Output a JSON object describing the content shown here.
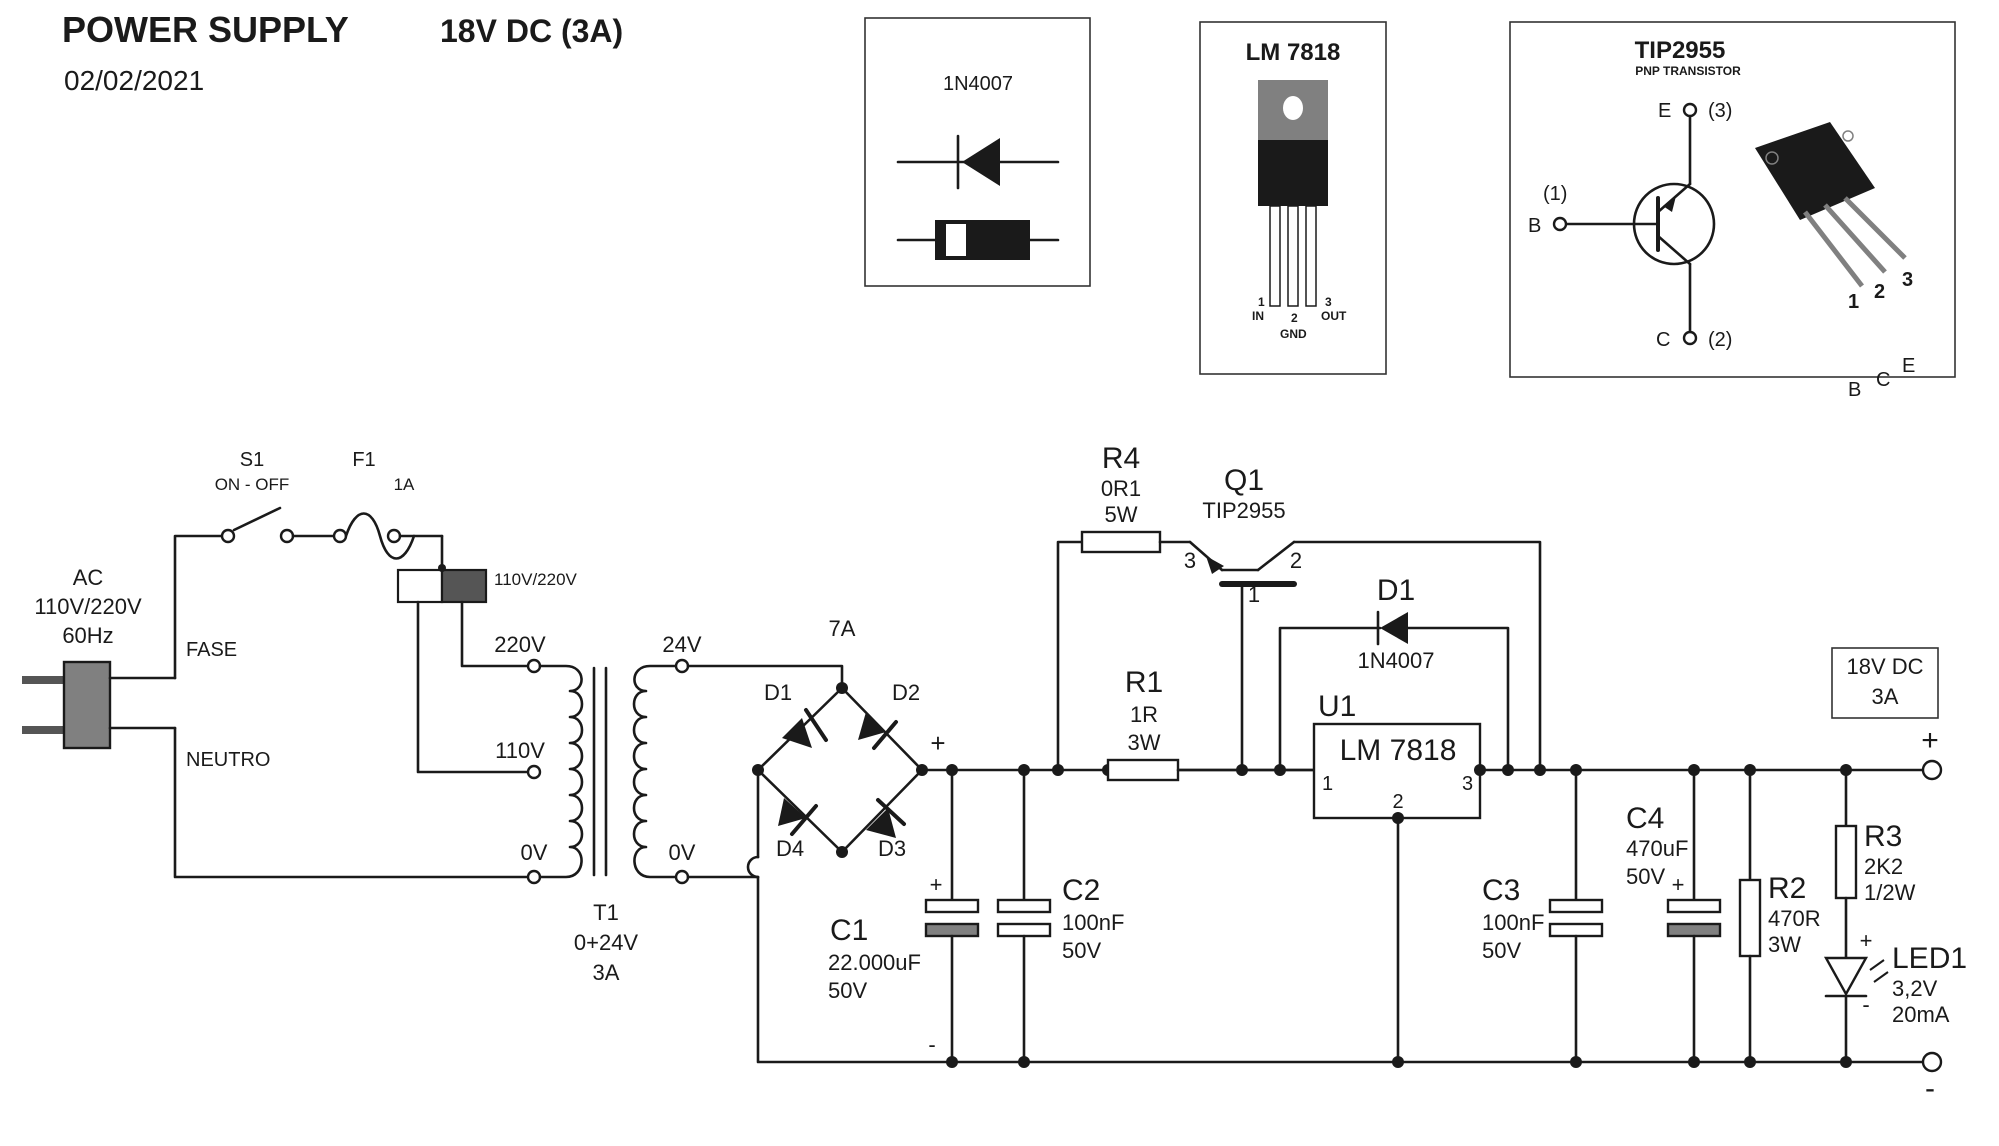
{
  "header": {
    "title": "POWER SUPPLY",
    "spec": "18V DC (3A)",
    "date": "02/02/2021"
  },
  "ref_diode": {
    "label": "1N4007"
  },
  "ref_regulator": {
    "title": "LM 7818",
    "pin1": "1",
    "pin1_name": "IN",
    "pin2": "2",
    "pin2_name": "GND",
    "pin3": "3",
    "pin3_name": "OUT"
  },
  "ref_transistor": {
    "title": "TIP2955",
    "subtitle": "PNP TRANSISTOR",
    "e_label": "E",
    "e_pin": "(3)",
    "b_label": "B",
    "b_pin": "(1)",
    "c_label": "C",
    "c_pin": "(2)",
    "pkg_pin1": "1",
    "pkg_pin2": "2",
    "pkg_pin3": "3",
    "pkg_b": "B",
    "pkg_c": "C",
    "pkg_e": "E"
  },
  "ac_input": {
    "name": "AC",
    "voltage": "110V/220V",
    "freq": "60Hz",
    "fase": "FASE",
    "neutro": "NEUTRO"
  },
  "switch": {
    "name": "S1",
    "desc": "ON - OFF"
  },
  "fuse": {
    "name": "F1",
    "value": "1A"
  },
  "selector": {
    "label": "110V/220V"
  },
  "transformer": {
    "tap_220": "220V",
    "tap_110": "110V",
    "tap_0_primary": "0V",
    "sec_24": "24V",
    "sec_0": "0V",
    "name": "T1",
    "rating": "0+24V",
    "current": "3A"
  },
  "bridge": {
    "current": "7A",
    "d1": "D1",
    "d2": "D2",
    "d3": "D3",
    "d4": "D4",
    "plus": "+"
  },
  "c1": {
    "name": "C1",
    "value": "22.000uF",
    "voltage": "50V",
    "plus": "+",
    "minus": "-"
  },
  "c2": {
    "name": "C2",
    "value": "100nF",
    "voltage": "50V"
  },
  "r4": {
    "name": "R4",
    "value": "0R1",
    "power": "5W"
  },
  "q1": {
    "name": "Q1",
    "part": "TIP2955",
    "pin3": "3",
    "pin2": "2",
    "pin1": "1"
  },
  "r1": {
    "name": "R1",
    "value": "1R",
    "power": "3W"
  },
  "d1_prot": {
    "name": "D1",
    "part": "1N4007"
  },
  "u1": {
    "name": "U1",
    "part": "LM 7818",
    "pin1": "1",
    "pin2": "2",
    "pin3": "3"
  },
  "c3": {
    "name": "C3",
    "value": "100nF",
    "voltage": "50V"
  },
  "c4": {
    "name": "C4",
    "value": "470uF",
    "voltage": "50V",
    "plus": "+"
  },
  "r2": {
    "name": "R2",
    "value": "470R",
    "power": "3W"
  },
  "r3": {
    "name": "R3",
    "value": "2K2",
    "power": "1/2W"
  },
  "led1": {
    "name": "LED1",
    "voltage": "3,2V",
    "current": "20mA",
    "plus": "+",
    "minus": "-"
  },
  "output": {
    "label_line1": "18V DC",
    "label_line2": "3A",
    "plus": "+",
    "minus": "-"
  },
  "colors": {
    "ink": "#1a1a1a",
    "grey_dark": "#555555",
    "grey_mid": "#808080",
    "paper": "#ffffff"
  }
}
